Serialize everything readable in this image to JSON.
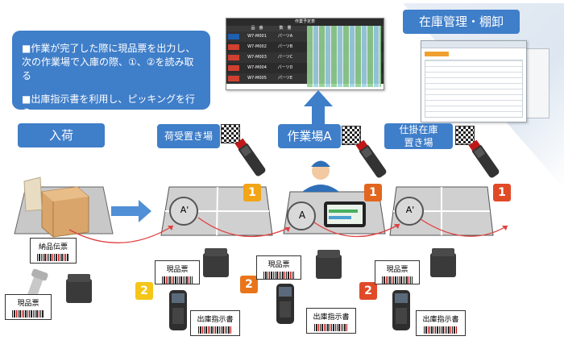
{
  "info_box": {
    "line1": "■作業が完了した際に現品票を出力し、次の作業場で入庫の際、①、②を読み取る",
    "line2": "■出庫指示書を利用し、ピッキングを行う"
  },
  "stations": {
    "arrival": "入荷",
    "receiving": "荷受置き場",
    "workshop_a": "作業場A",
    "wip_line1": "仕掛在庫",
    "wip_line2": "置き場"
  },
  "stock_title": "在庫管理・棚卸",
  "work_plan": {
    "title": "作業予定表",
    "col1": "品　番",
    "col2": "数　量",
    "rows": [
      {
        "code": "W7-M001",
        "tag": "パーツA"
      },
      {
        "code": "W7-M002",
        "tag": "パーツB"
      },
      {
        "code": "W7-M003",
        "tag": "パーツC"
      },
      {
        "code": "W7-M004",
        "tag": "パーツD"
      },
      {
        "code": "W7-M005",
        "tag": "パーツE"
      }
    ]
  },
  "markers": {
    "a_prime": "A'",
    "a": "A"
  },
  "badges": {
    "one": "1",
    "two": "2"
  },
  "docs": {
    "delivery_slip": "納品伝票",
    "item_tag": "現品票",
    "picking_order": "出庫指示書"
  },
  "colors": {
    "accent": "#3f7ec9",
    "badge_1": "#f2a516",
    "badge_2": "#e04a27"
  }
}
